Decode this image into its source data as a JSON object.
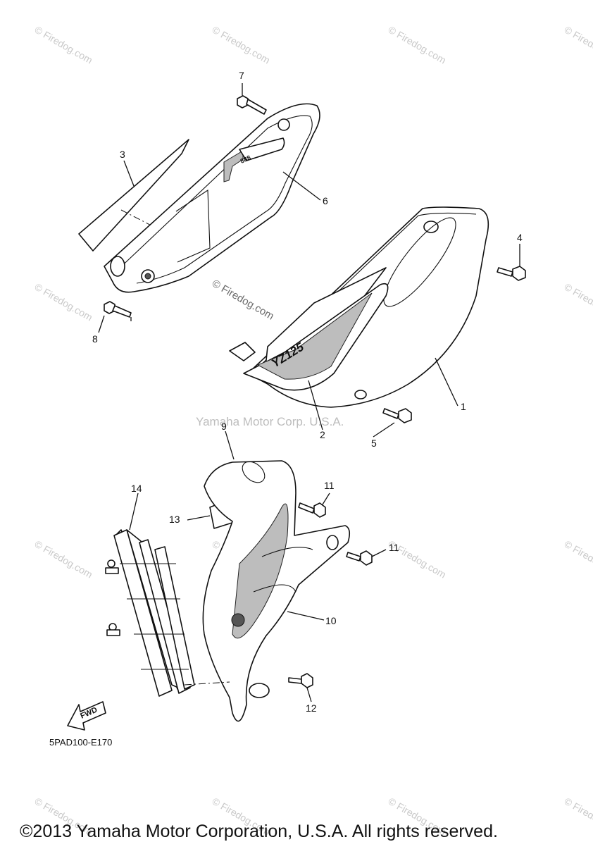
{
  "diagram": {
    "center_watermark": "Yamaha Motor Corp. U.S.A.",
    "firedog_watermark": "© Firedog.com",
    "diagram_code": "5PAD100-E170",
    "fwd_label": "FWD",
    "decal_text": "YZ125",
    "copyright": "©2013 Yamaha Motor Corporation, U.S.A. All rights reserved.",
    "callouts": {
      "c1": "1",
      "c2": "2",
      "c3": "3",
      "c4": "4",
      "c5": "5",
      "c6": "6",
      "c7": "7",
      "c8": "8",
      "c9": "9",
      "c10": "10",
      "c11a": "11",
      "c11b": "11",
      "c12": "12",
      "c13": "13",
      "c14": "14"
    }
  }
}
